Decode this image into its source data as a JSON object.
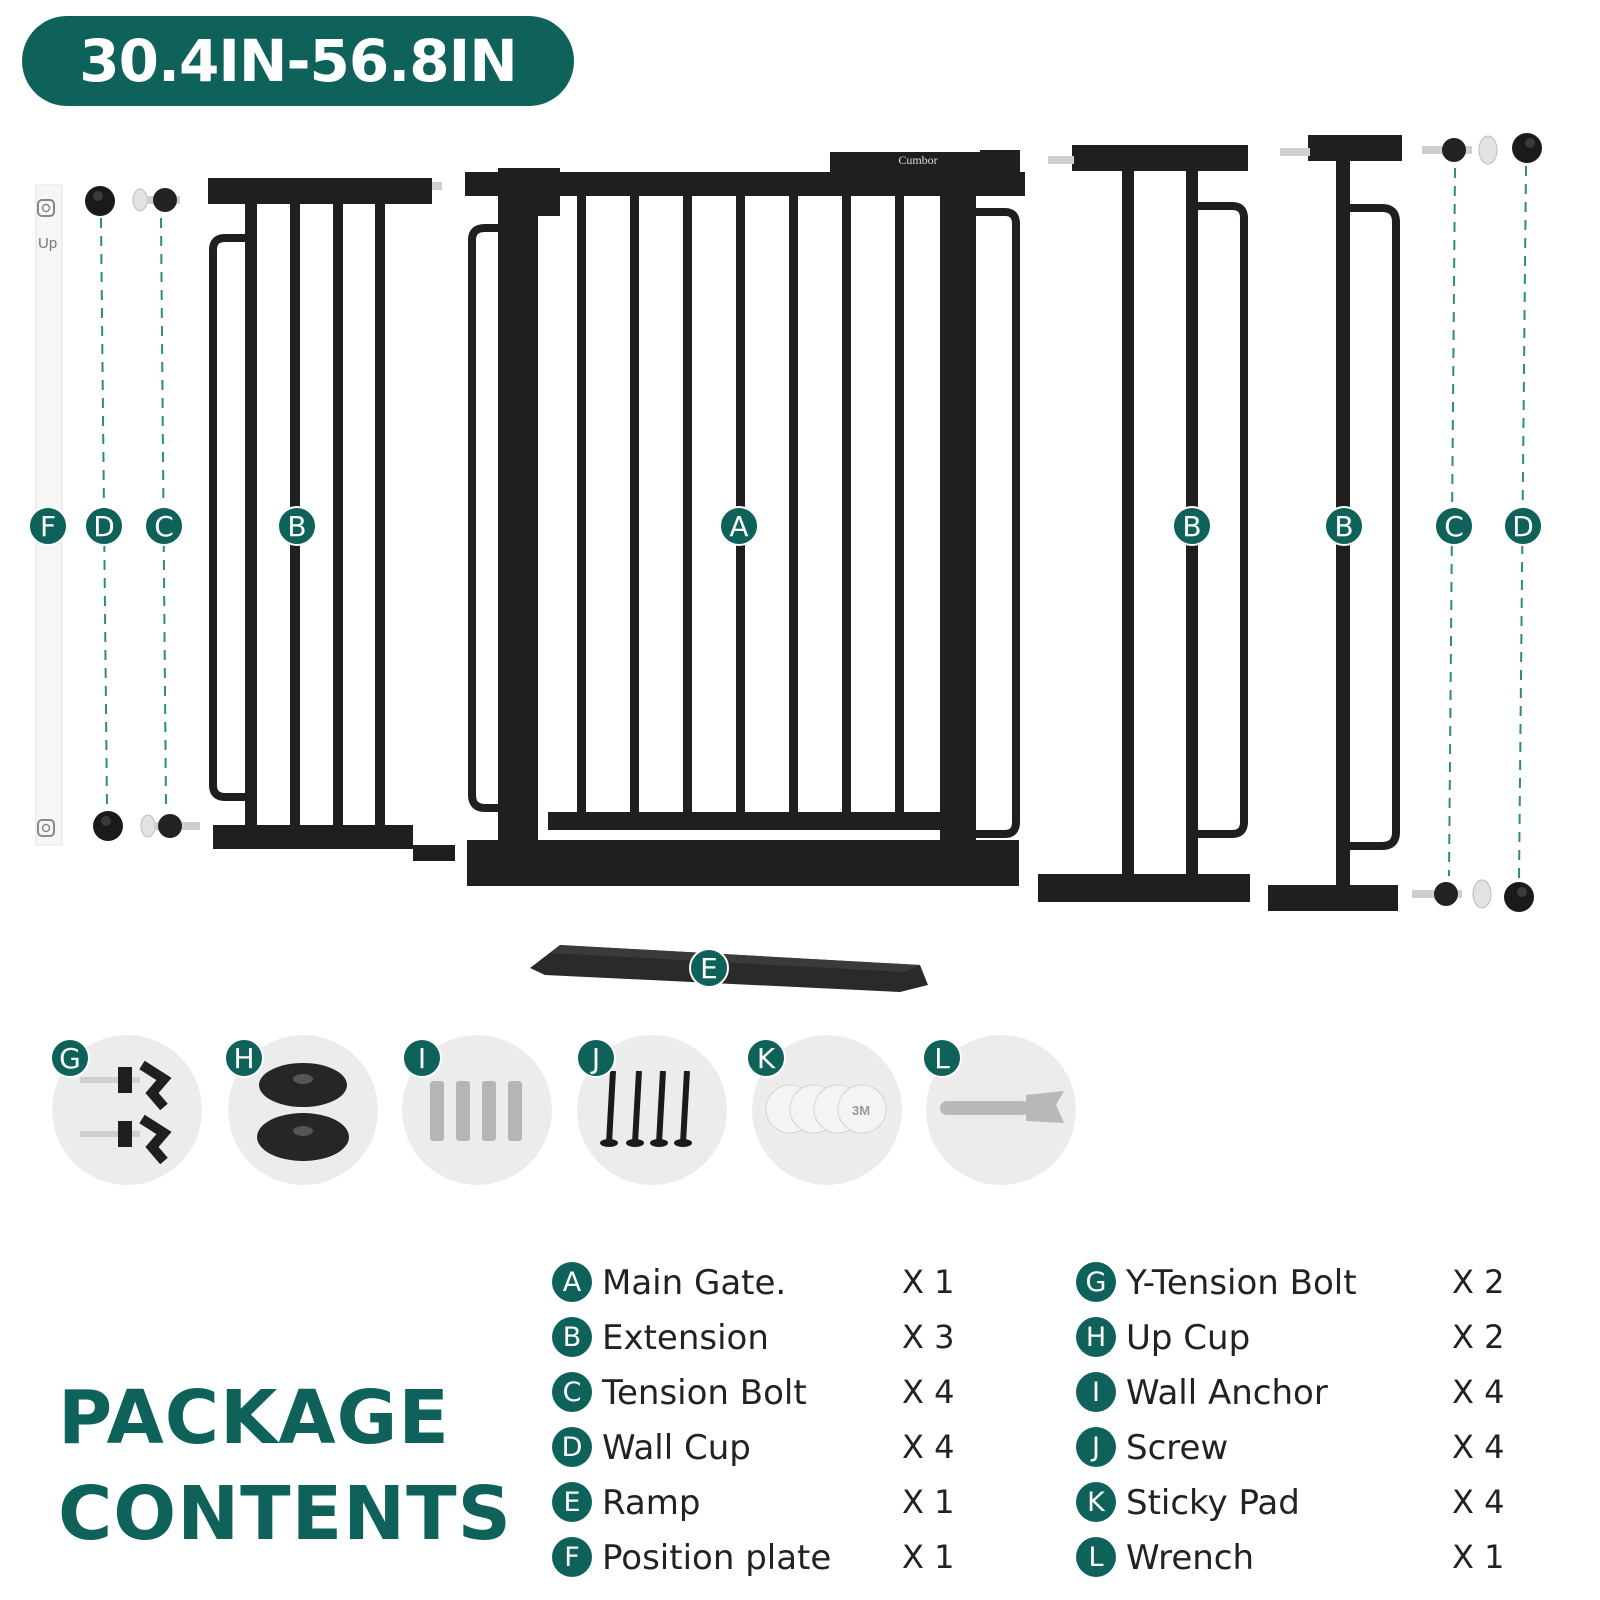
{
  "header": {
    "size_range": "30.4IN-56.8IN"
  },
  "brand": {
    "logo_text": "Cumbor"
  },
  "position_plate": {
    "label": "Up"
  },
  "diagram_labels": {
    "F": "F",
    "D_left": "D",
    "C_left": "C",
    "B_left": "B",
    "A": "A",
    "B_mid": "B",
    "B_right": "B",
    "C_right": "C",
    "D_right": "D",
    "E": "E"
  },
  "accessories": [
    {
      "letter": "G",
      "icon": "y-tension-bolt-icon"
    },
    {
      "letter": "H",
      "icon": "up-cup-icon"
    },
    {
      "letter": "I",
      "icon": "wall-anchor-icon"
    },
    {
      "letter": "J",
      "icon": "screw-icon"
    },
    {
      "letter": "K",
      "icon": "sticky-pad-icon"
    },
    {
      "letter": "L",
      "icon": "wrench-icon"
    }
  ],
  "sticky_pad_text": "3M",
  "package": {
    "title_line1": "PACKAGE",
    "title_line2": "CONTENTS",
    "left_items": [
      {
        "letter": "A",
        "name": "Main Gate.",
        "qty": "X 1"
      },
      {
        "letter": "B",
        "name": "Extension",
        "qty": "X 3"
      },
      {
        "letter": "C",
        "name": "Tension Bolt",
        "qty": "X 4"
      },
      {
        "letter": "D",
        "name": "Wall Cup",
        "qty": "X 4"
      },
      {
        "letter": "E",
        "name": "Ramp",
        "qty": "X 1"
      },
      {
        "letter": "F",
        "name": "Position plate",
        "qty": "X 1"
      }
    ],
    "right_items": [
      {
        "letter": "G",
        "name": "Y-Tension Bolt",
        "qty": "X 2"
      },
      {
        "letter": "H",
        "name": "Up Cup",
        "qty": "X 2"
      },
      {
        "letter": "I",
        "name": "Wall Anchor",
        "qty": "X 4"
      },
      {
        "letter": "J",
        "name": "Screw",
        "qty": "X 4"
      },
      {
        "letter": "K",
        "name": "Sticky Pad",
        "qty": "X 4"
      },
      {
        "letter": "L",
        "name": "Wrench",
        "qty": "X 1"
      }
    ]
  },
  "colors": {
    "accent": "#0e625a",
    "metal": "#1f1f1f",
    "background": "#ffffff"
  }
}
